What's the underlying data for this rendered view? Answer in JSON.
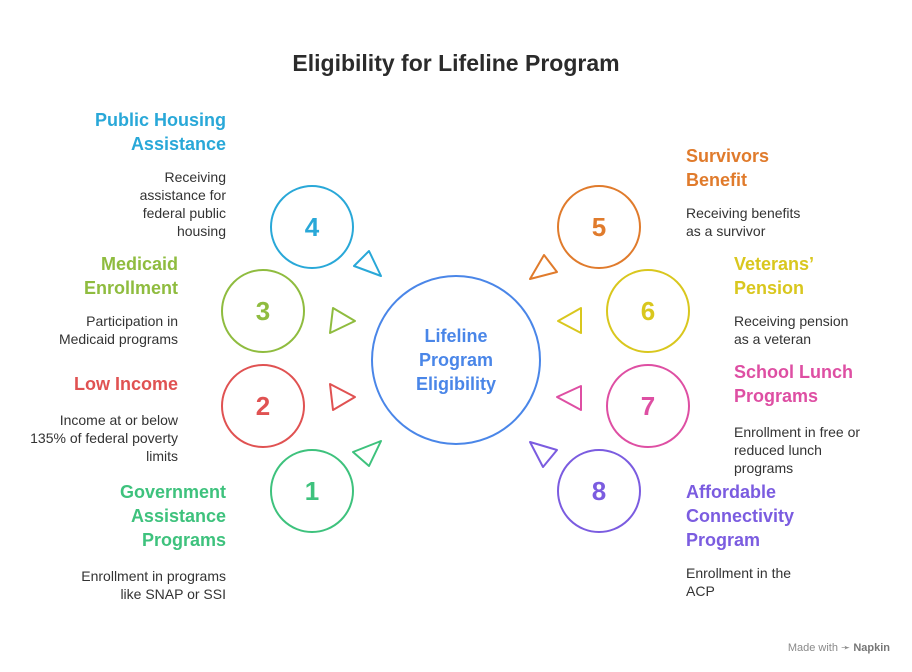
{
  "title": "Eligibility for Lifeline Program",
  "center": {
    "label": "Lifeline Program Eligibility",
    "color": "#4a86e8"
  },
  "items": [
    {
      "num": "1",
      "heading": "Government Assistance Programs",
      "desc": "Enrollment in programs like SNAP or SSI",
      "color": "#3ec27d"
    },
    {
      "num": "2",
      "heading": "Low Income",
      "desc": "Income at or below 135% of federal poverty limits",
      "color": "#e05252"
    },
    {
      "num": "3",
      "heading": "Medicaid Enrollment",
      "desc": "Participation in Medicaid programs",
      "color": "#8fbc3f"
    },
    {
      "num": "4",
      "heading": "Public Housing Assistance",
      "desc": "Receiving assistance for federal public housing",
      "color": "#29a8d8"
    },
    {
      "num": "5",
      "heading": "Survivors Benefit",
      "desc": "Receiving benefits as a survivor",
      "color": "#e07b2c"
    },
    {
      "num": "6",
      "heading": "Veterans’ Pension",
      "desc": "Receiving pension as a veteran",
      "color": "#d9c71e"
    },
    {
      "num": "7",
      "heading": "School Lunch Programs",
      "desc": "Enrollment in free or reduced lunch programs",
      "color": "#de4fa3"
    },
    {
      "num": "8",
      "heading": "Affordable Connectivity Program",
      "desc": "Enrollment in the ACP",
      "color": "#7b5ce0"
    }
  ],
  "footer": {
    "prefix": "Made with",
    "brand": "Napkin"
  }
}
